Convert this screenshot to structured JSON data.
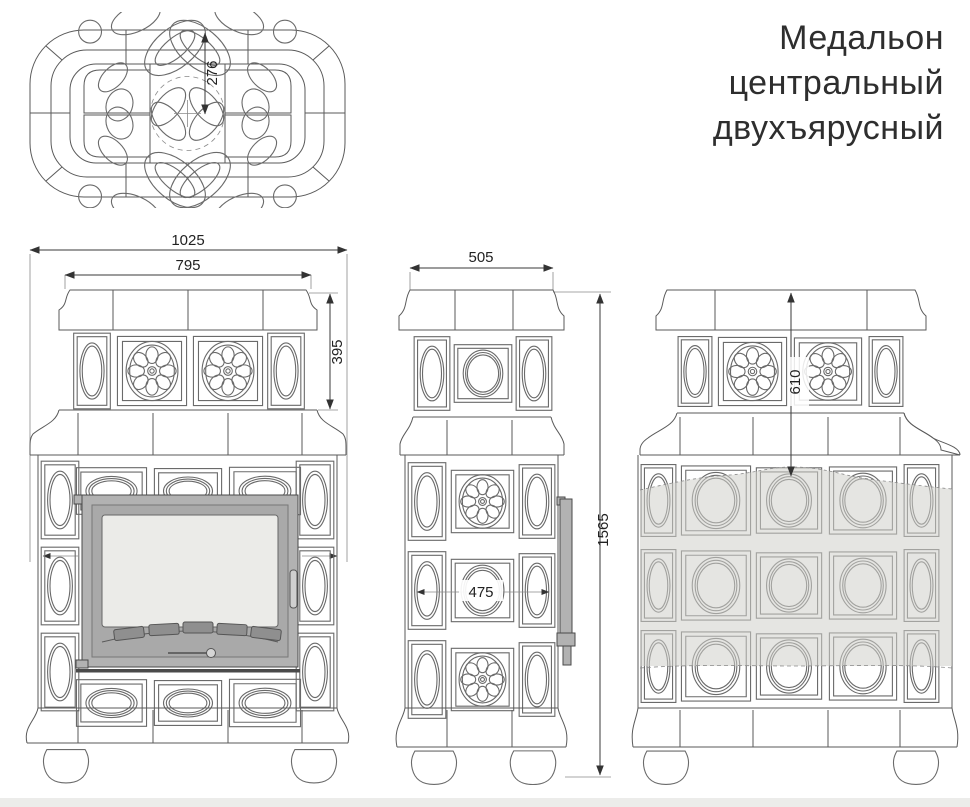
{
  "title": {
    "lines": [
      "Медальон",
      "центральный",
      "двухъярусный"
    ]
  },
  "views": {
    "plan": {
      "dim_center_offset": "276"
    },
    "front": {
      "dim_total_width": "1025",
      "dim_upper_width": "795",
      "dim_upper_height": "395"
    },
    "side": {
      "dim_depth": "505",
      "dim_mid_depth": "475",
      "dim_total_height": "1565"
    },
    "rear": {
      "dim_upper_height": "610"
    }
  },
  "colors": {
    "line": "#5a5a5a",
    "dimension": "#3a3a3a",
    "door_frame": "#b2b2b2",
    "door_inner": "#a9a9a9",
    "glass": "#ebebe8",
    "vent": "#8f8f8f",
    "heat_zone": "#cfcfcb",
    "background": "#ffffff"
  }
}
